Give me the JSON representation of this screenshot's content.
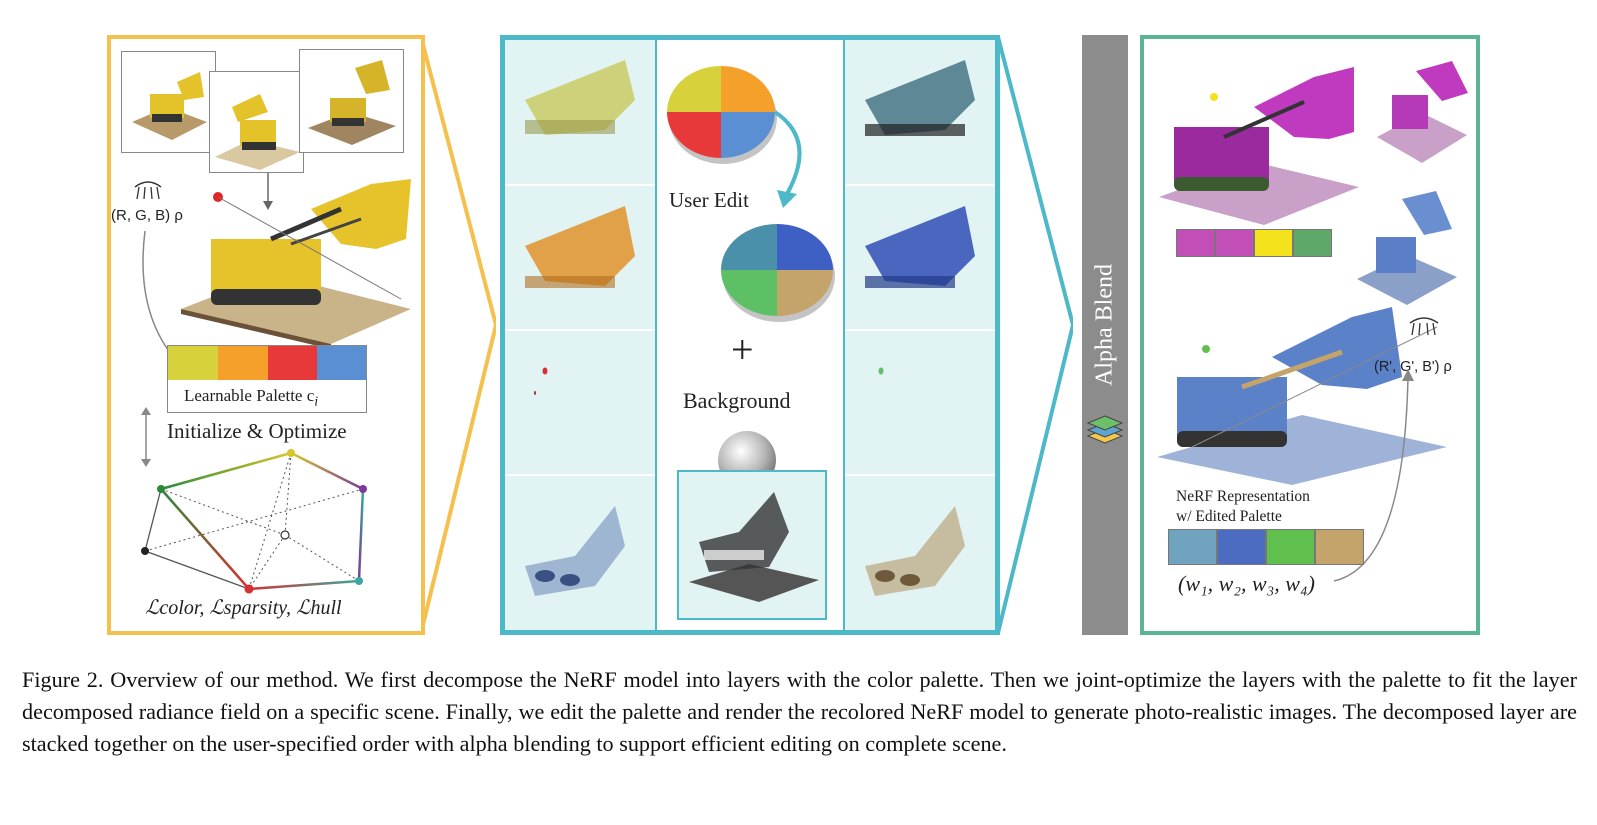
{
  "left_panel": {
    "view_label": "(R, G, B) ρ",
    "palette_label": "Learnable Palette c",
    "palette_label_sub": "i",
    "init_label": "Initialize & Optimize",
    "loss_label": "ℒcolor, ℒsparsity, ℒhull",
    "palette_colors": [
      "#d7d23b",
      "#f5a02a",
      "#e8393a",
      "#5b8fd4"
    ]
  },
  "middle_panel": {
    "user_edit_label": "User Edit",
    "plus_label": "+",
    "background_label": "Background",
    "pie_original_colors": [
      "#d7d23b",
      "#f5a02a",
      "#e8393a",
      "#5b8fd4"
    ],
    "pie_edited_colors": [
      "#4a90aa",
      "#3e5fc4",
      "#5dc065",
      "#c4a46a"
    ]
  },
  "alpha_blend": {
    "label": "Alpha Blend"
  },
  "right_panel": {
    "view_label": "(R', G', B') ρ",
    "nerf_label_line1": "NeRF Representation",
    "nerf_label_line2": "w/ Edited Palette",
    "weights_label": "(w₁, w₂, w₃, w₄)",
    "palette_top_colors": [
      "#c24fb8",
      "#c24fb8",
      "#f4e21c",
      "#5fa86a"
    ],
    "palette_bottom_colors": [
      "#6fa3bf",
      "#4c6cc2",
      "#5fc04d",
      "#c4a46a"
    ]
  },
  "caption": {
    "text": "Figure 2. Overview of our method. We first decompose the NeRF model into layers with the color palette. Then we joint-optimize the layers with the palette to fit the layer decomposed radiance field on a specific scene. Finally, we edit the palette and render the recolored NeRF model to generate photo-realistic images. The decomposed layer are stacked together on the user-specified order with alpha blending to support efficient editing on complete scene."
  }
}
